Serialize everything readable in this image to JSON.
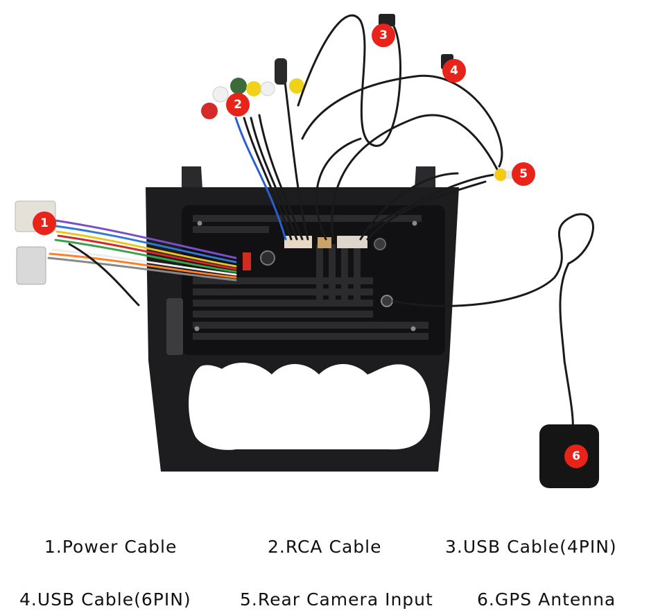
{
  "colors": {
    "badge": "#e8231a",
    "panel": "#1d1d1f",
    "cable": "#1a1a1a"
  },
  "badges": [
    "1",
    "2",
    "3",
    "4",
    "5",
    "6"
  ],
  "legend": [
    "1.Power Cable",
    "2.RCA Cable",
    "3.USB Cable(4PIN)",
    "4.USB Cable(6PIN)",
    "5.Rear Camera Input",
    "6.GPS Antenna"
  ]
}
